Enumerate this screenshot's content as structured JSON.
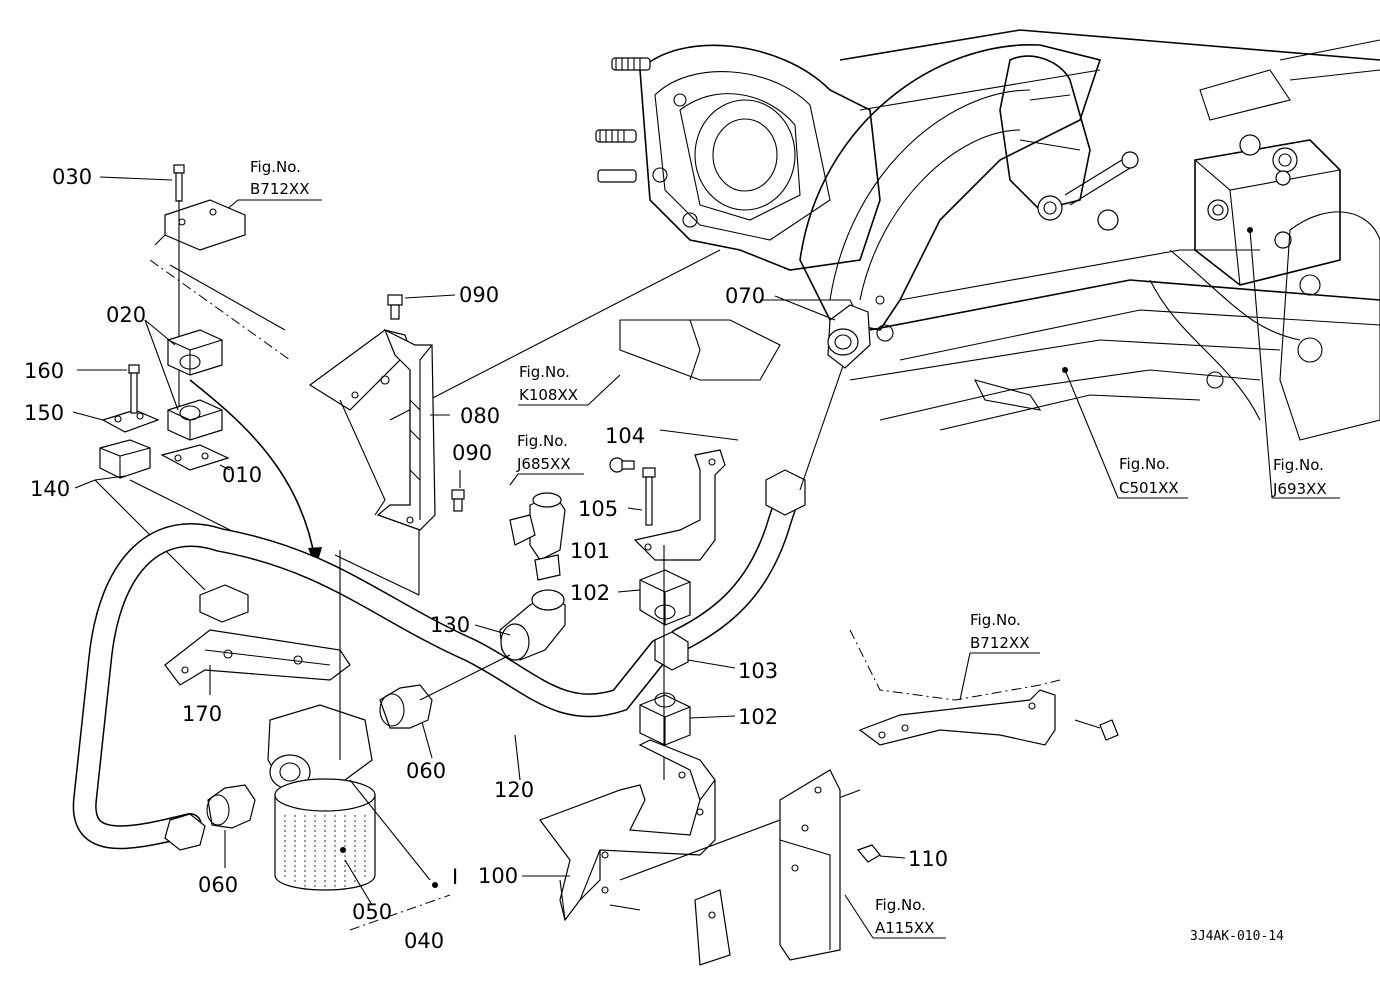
{
  "diagram": {
    "part_numbers": {
      "p030": "030",
      "p020": "020",
      "p160": "160",
      "p150": "150",
      "p140": "140",
      "p010": "010",
      "p090a": "090",
      "p080": "080",
      "p090b": "090",
      "p070": "070",
      "p104": "104",
      "p105": "105",
      "p101": "101",
      "p102a": "102",
      "p130": "130",
      "p103": "103",
      "p102b": "102",
      "p170": "170",
      "p060a": "060",
      "p120": "120",
      "p060b": "060",
      "p050": "050",
      "p040": "040",
      "p100": "100",
      "p110": "110",
      "marker_i": "I"
    },
    "figure_refs": {
      "b712_top": {
        "label": "Fig.No.",
        "code": "B712XX"
      },
      "k108": {
        "label": "Fig.No.",
        "code": "K108XX"
      },
      "j685": {
        "label": "Fig.No.",
        "code": "J685XX"
      },
      "c501": {
        "label": "Fig.No.",
        "code": "C501XX"
      },
      "j693": {
        "label": "Fig.No.",
        "code": "J693XX"
      },
      "b712_right": {
        "label": "Fig.No.",
        "code": "B712XX"
      },
      "a115": {
        "label": "Fig.No.",
        "code": "A115XX"
      }
    },
    "drawing_code": "3J4AK-010-14"
  }
}
